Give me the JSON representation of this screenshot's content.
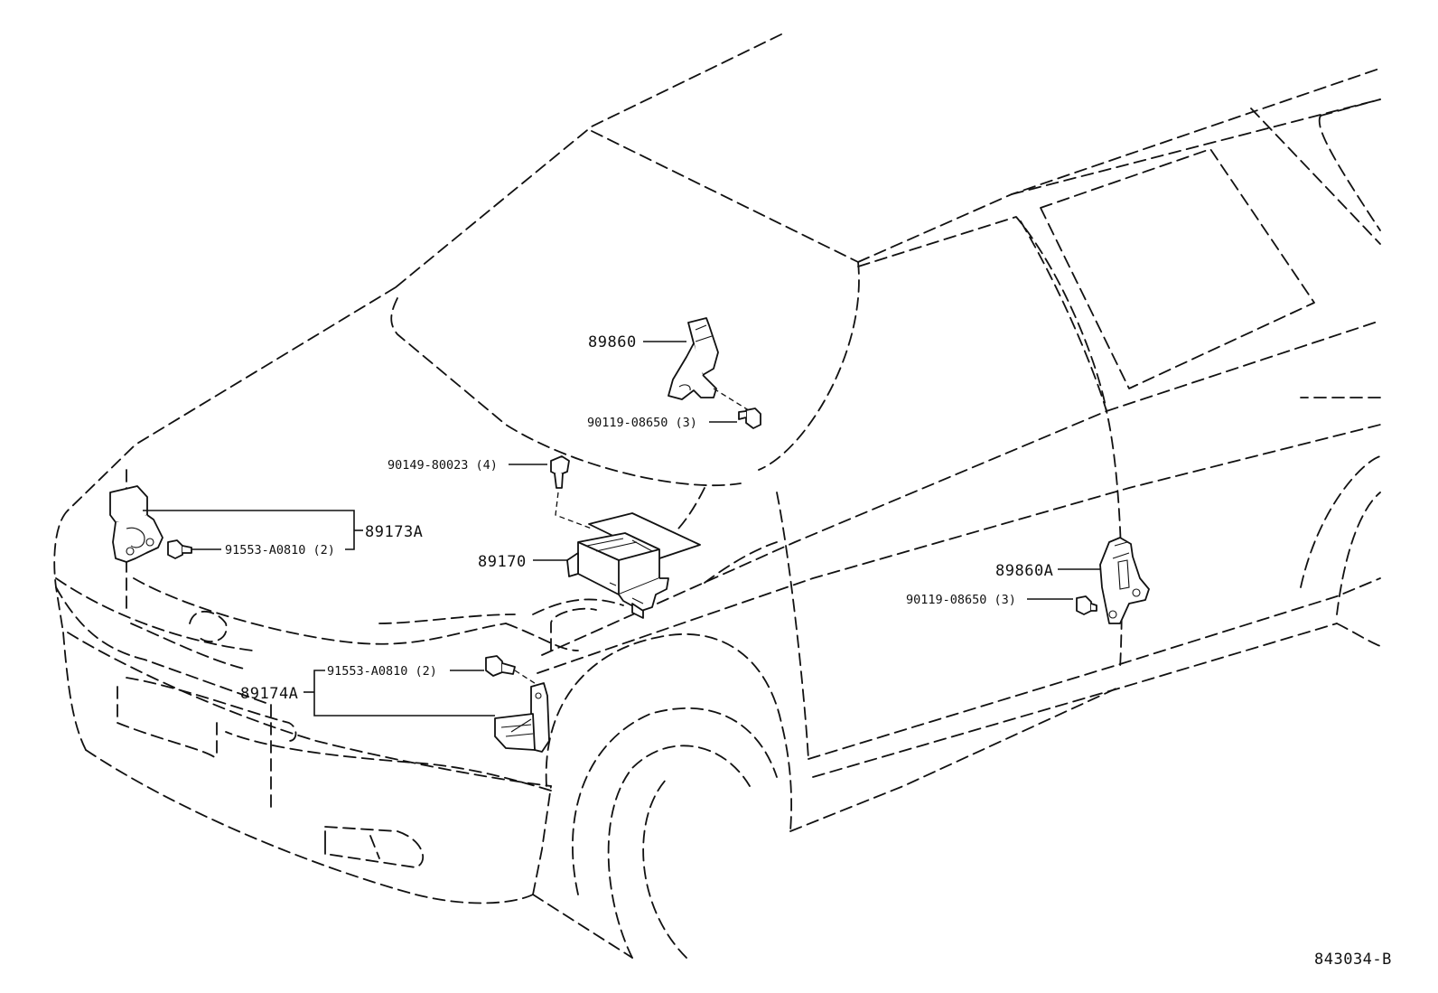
{
  "callouts": {
    "p89860": "89860",
    "p90119_upper": "90119-08650 (3)",
    "p90149": "90149-80023 (4)",
    "p89173A": "89173A",
    "p91553_upper": "91553-A0810 (2)",
    "p89170": "89170",
    "p89860A": "89860A",
    "p90119_lower": "90119-08650 (3)",
    "p91553_lower": "91553-A0810 (2)",
    "p89174A": "89174A"
  },
  "figure_code": "843034-B"
}
